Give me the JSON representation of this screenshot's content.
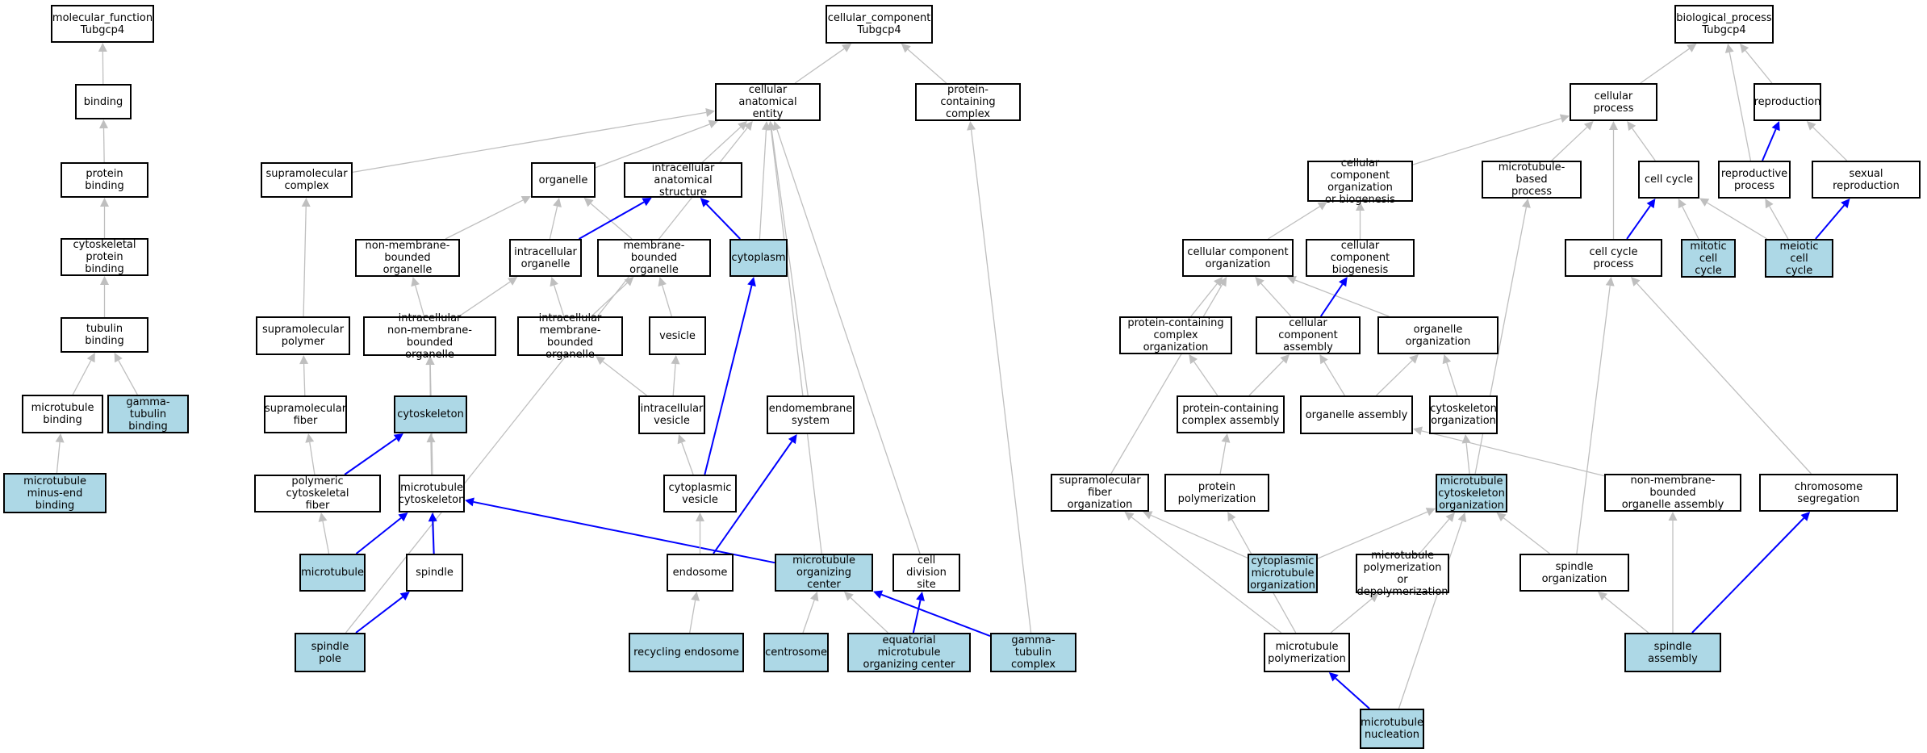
{
  "colors": {
    "highlight": "#add8e6",
    "edge_gray": "#bfbfbf",
    "edge_blue": "#0000ff",
    "border": "#000000",
    "background": "#ffffff"
  },
  "nodes": [
    {
      "id": "mf_root",
      "label": "molecular_function\nTubgcp4",
      "highlight": false
    },
    {
      "id": "binding",
      "label": "binding",
      "highlight": false
    },
    {
      "id": "protein_binding",
      "label": "protein binding",
      "highlight": false
    },
    {
      "id": "cyto_pb",
      "label": "cytoskeletal\nprotein binding",
      "highlight": false
    },
    {
      "id": "tubulin_b",
      "label": "tubulin binding",
      "highlight": false
    },
    {
      "id": "mt_binding",
      "label": "microtubule\nbinding",
      "highlight": false
    },
    {
      "id": "gt_binding",
      "label": "gamma-tubulin\nbinding",
      "highlight": true
    },
    {
      "id": "mt_minus",
      "label": "microtubule\nminus-end binding",
      "highlight": true
    },
    {
      "id": "cc_root",
      "label": "cellular_component\nTubgcp4",
      "highlight": false
    },
    {
      "id": "cae",
      "label": "cellular anatomical\nentity",
      "highlight": false
    },
    {
      "id": "pcc",
      "label": "protein-containing\ncomplex",
      "highlight": false
    },
    {
      "id": "supra_complex",
      "label": "supramolecular\ncomplex",
      "highlight": false
    },
    {
      "id": "organelle",
      "label": "organelle",
      "highlight": false
    },
    {
      "id": "ias",
      "label": "intracellular\nanatomical structure",
      "highlight": false
    },
    {
      "id": "nmbo",
      "label": "non-membrane-bounded\norganelle",
      "highlight": false
    },
    {
      "id": "io",
      "label": "intracellular\norganelle",
      "highlight": false
    },
    {
      "id": "mbo",
      "label": "membrane-bounded\norganelle",
      "highlight": false
    },
    {
      "id": "cytoplasm",
      "label": "cytoplasm",
      "highlight": true
    },
    {
      "id": "supra_polymer",
      "label": "supramolecular\npolymer",
      "highlight": false
    },
    {
      "id": "inmbo",
      "label": "intracellular\nnon-membrane-bounded\norganelle",
      "highlight": false
    },
    {
      "id": "imbo",
      "label": "intracellular\nmembrane-bounded\norganelle",
      "highlight": false
    },
    {
      "id": "vesicle",
      "label": "vesicle",
      "highlight": false
    },
    {
      "id": "supra_fiber",
      "label": "supramolecular\nfiber",
      "highlight": false
    },
    {
      "id": "cytoskeleton",
      "label": "cytoskeleton",
      "highlight": true
    },
    {
      "id": "ivesicle",
      "label": "intracellular\nvesicle",
      "highlight": false
    },
    {
      "id": "endomembrane",
      "label": "endomembrane\nsystem",
      "highlight": false
    },
    {
      "id": "pcf",
      "label": "polymeric cytoskeletal\nfiber",
      "highlight": false
    },
    {
      "id": "mt_cyto",
      "label": "microtubule\ncytoskeleton",
      "highlight": false
    },
    {
      "id": "cyto_vesicle",
      "label": "cytoplasmic\nvesicle",
      "highlight": false
    },
    {
      "id": "microtubule",
      "label": "microtubule",
      "highlight": true
    },
    {
      "id": "spindle",
      "label": "spindle",
      "highlight": false
    },
    {
      "id": "endosome",
      "label": "endosome",
      "highlight": false
    },
    {
      "id": "mtoc",
      "label": "microtubule\norganizing center",
      "highlight": true
    },
    {
      "id": "cds",
      "label": "cell division\nsite",
      "highlight": false
    },
    {
      "id": "spindle_pole",
      "label": "spindle pole",
      "highlight": true
    },
    {
      "id": "recycling_endosome",
      "label": "recycling endosome",
      "highlight": true
    },
    {
      "id": "centrosome",
      "label": "centrosome",
      "highlight": true
    },
    {
      "id": "emtoc",
      "label": "equatorial microtubule\norganizing center",
      "highlight": true
    },
    {
      "id": "gtc",
      "label": "gamma-tubulin\ncomplex",
      "highlight": true
    },
    {
      "id": "bp_root",
      "label": "biological_process\nTubgcp4",
      "highlight": false
    },
    {
      "id": "cell_process",
      "label": "cellular process",
      "highlight": false
    },
    {
      "id": "reproduction",
      "label": "reproduction",
      "highlight": false
    },
    {
      "id": "ccob",
      "label": "cellular component\norganization\nor biogenesis",
      "highlight": false
    },
    {
      "id": "mtbp",
      "label": "microtubule-based\nprocess",
      "highlight": false
    },
    {
      "id": "cell_cycle",
      "label": "cell cycle",
      "highlight": false
    },
    {
      "id": "repro_process",
      "label": "reproductive\nprocess",
      "highlight": false
    },
    {
      "id": "sexual_repro",
      "label": "sexual reproduction",
      "highlight": false
    },
    {
      "id": "cco",
      "label": "cellular component\norganization",
      "highlight": false
    },
    {
      "id": "ccb",
      "label": "cellular component\nbiogenesis",
      "highlight": false
    },
    {
      "id": "ccp",
      "label": "cell cycle process",
      "highlight": false
    },
    {
      "id": "mitotic_cc",
      "label": "mitotic cell\ncycle",
      "highlight": true
    },
    {
      "id": "meiotic_cc",
      "label": "meiotic cell\ncycle",
      "highlight": true
    },
    {
      "id": "pcco",
      "label": "protein-containing\ncomplex organization",
      "highlight": false
    },
    {
      "id": "cca",
      "label": "cellular component\nassembly",
      "highlight": false
    },
    {
      "id": "org_org",
      "label": "organelle organization",
      "highlight": false
    },
    {
      "id": "pcca",
      "label": "protein-containing\ncomplex assembly",
      "highlight": false
    },
    {
      "id": "org_assembly",
      "label": "organelle assembly",
      "highlight": false
    },
    {
      "id": "cyto_org",
      "label": "cytoskeleton\norganization",
      "highlight": false
    },
    {
      "id": "sfo",
      "label": "supramolecular\nfiber organization",
      "highlight": false
    },
    {
      "id": "prot_poly",
      "label": "protein polymerization",
      "highlight": false
    },
    {
      "id": "mtco",
      "label": "microtubule\ncytoskeleton\norganization",
      "highlight": true
    },
    {
      "id": "nmboa",
      "label": "non-membrane-bounded\norganelle assembly",
      "highlight": false
    },
    {
      "id": "chrom_seg",
      "label": "chromosome segregation",
      "highlight": false
    },
    {
      "id": "cmto",
      "label": "cytoplasmic\nmicrotubule\norganization",
      "highlight": true
    },
    {
      "id": "mtpd",
      "label": "microtubule\npolymerization\nor depolymerization",
      "highlight": false
    },
    {
      "id": "spindle_org",
      "label": "spindle organization",
      "highlight": false
    },
    {
      "id": "mt_poly",
      "label": "microtubule\npolymerization",
      "highlight": false
    },
    {
      "id": "spindle_assembly",
      "label": "spindle assembly",
      "highlight": true
    },
    {
      "id": "mt_nucleation",
      "label": "microtubule\nnucleation",
      "highlight": true
    }
  ],
  "edges": [
    {
      "from": "binding",
      "to": "mf_root",
      "color": "gray"
    },
    {
      "from": "protein_binding",
      "to": "binding",
      "color": "gray"
    },
    {
      "from": "cyto_pb",
      "to": "protein_binding",
      "color": "gray"
    },
    {
      "from": "tubulin_b",
      "to": "cyto_pb",
      "color": "gray"
    },
    {
      "from": "mt_binding",
      "to": "tubulin_b",
      "color": "gray"
    },
    {
      "from": "gt_binding",
      "to": "tubulin_b",
      "color": "gray"
    },
    {
      "from": "mt_minus",
      "to": "mt_binding",
      "color": "gray"
    },
    {
      "from": "cae",
      "to": "cc_root",
      "color": "gray"
    },
    {
      "from": "pcc",
      "to": "cc_root",
      "color": "gray"
    },
    {
      "from": "supra_complex",
      "to": "cae",
      "color": "gray"
    },
    {
      "from": "organelle",
      "to": "cae",
      "color": "gray"
    },
    {
      "from": "ias",
      "to": "cae",
      "color": "gray"
    },
    {
      "from": "cytoplasm",
      "to": "cae",
      "color": "gray"
    },
    {
      "from": "endomembrane",
      "to": "cae",
      "color": "gray"
    },
    {
      "from": "spindle_pole",
      "to": "cae",
      "color": "gray"
    },
    {
      "from": "mtoc",
      "to": "cae",
      "color": "gray"
    },
    {
      "from": "cds",
      "to": "cae",
      "color": "gray"
    },
    {
      "from": "nmbo",
      "to": "organelle",
      "color": "gray"
    },
    {
      "from": "io",
      "to": "organelle",
      "color": "gray"
    },
    {
      "from": "mbo",
      "to": "organelle",
      "color": "gray"
    },
    {
      "from": "io",
      "to": "ias",
      "color": "blue"
    },
    {
      "from": "cytoplasm",
      "to": "ias",
      "color": "blue"
    },
    {
      "from": "supra_polymer",
      "to": "supra_complex",
      "color": "gray"
    },
    {
      "from": "inmbo",
      "to": "nmbo",
      "color": "gray"
    },
    {
      "from": "inmbo",
      "to": "io",
      "color": "gray"
    },
    {
      "from": "imbo",
      "to": "io",
      "color": "gray"
    },
    {
      "from": "imbo",
      "to": "mbo",
      "color": "gray"
    },
    {
      "from": "vesicle",
      "to": "mbo",
      "color": "gray"
    },
    {
      "from": "supra_fiber",
      "to": "supra_polymer",
      "color": "gray"
    },
    {
      "from": "cytoskeleton",
      "to": "inmbo",
      "color": "gray"
    },
    {
      "from": "spindle",
      "to": "inmbo",
      "color": "gray"
    },
    {
      "from": "ivesicle",
      "to": "imbo",
      "color": "gray"
    },
    {
      "from": "ivesicle",
      "to": "vesicle",
      "color": "gray"
    },
    {
      "from": "cyto_vesicle",
      "to": "cytoplasm",
      "color": "blue"
    },
    {
      "from": "pcf",
      "to": "supra_fiber",
      "color": "gray"
    },
    {
      "from": "pcf",
      "to": "cytoskeleton",
      "color": "blue"
    },
    {
      "from": "mt_cyto",
      "to": "cytoskeleton",
      "color": "gray"
    },
    {
      "from": "cyto_vesicle",
      "to": "ivesicle",
      "color": "gray"
    },
    {
      "from": "endosome",
      "to": "endomembrane",
      "color": "blue"
    },
    {
      "from": "microtubule",
      "to": "pcf",
      "color": "gray"
    },
    {
      "from": "microtubule",
      "to": "mt_cyto",
      "color": "blue"
    },
    {
      "from": "spindle",
      "to": "mt_cyto",
      "color": "blue"
    },
    {
      "from": "mtoc",
      "to": "mt_cyto",
      "color": "blue"
    },
    {
      "from": "endosome",
      "to": "cyto_vesicle",
      "color": "gray"
    },
    {
      "from": "spindle_pole",
      "to": "spindle",
      "color": "blue"
    },
    {
      "from": "recycling_endosome",
      "to": "endosome",
      "color": "gray"
    },
    {
      "from": "centrosome",
      "to": "mtoc",
      "color": "gray"
    },
    {
      "from": "emtoc",
      "to": "mtoc",
      "color": "gray"
    },
    {
      "from": "gtc",
      "to": "mtoc",
      "color": "blue"
    },
    {
      "from": "emtoc",
      "to": "cds",
      "color": "blue"
    },
    {
      "from": "gtc",
      "to": "pcc",
      "color": "gray"
    },
    {
      "from": "cell_process",
      "to": "bp_root",
      "color": "gray"
    },
    {
      "from": "reproduction",
      "to": "bp_root",
      "color": "gray"
    },
    {
      "from": "repro_process",
      "to": "bp_root",
      "color": "gray"
    },
    {
      "from": "ccob",
      "to": "cell_process",
      "color": "gray"
    },
    {
      "from": "mtbp",
      "to": "cell_process",
      "color": "gray"
    },
    {
      "from": "cell_cycle",
      "to": "cell_process",
      "color": "gray"
    },
    {
      "from": "ccp",
      "to": "cell_process",
      "color": "gray"
    },
    {
      "from": "repro_process",
      "to": "reproduction",
      "color": "blue"
    },
    {
      "from": "sexual_repro",
      "to": "reproduction",
      "color": "gray"
    },
    {
      "from": "cco",
      "to": "ccob",
      "color": "gray"
    },
    {
      "from": "ccb",
      "to": "ccob",
      "color": "gray"
    },
    {
      "from": "ccp",
      "to": "cell_cycle",
      "color": "blue"
    },
    {
      "from": "mitotic_cc",
      "to": "cell_cycle",
      "color": "gray"
    },
    {
      "from": "meiotic_cc",
      "to": "cell_cycle",
      "color": "gray"
    },
    {
      "from": "meiotic_cc",
      "to": "repro_process",
      "color": "gray"
    },
    {
      "from": "meiotic_cc",
      "to": "sexual_repro",
      "color": "blue"
    },
    {
      "from": "pcco",
      "to": "cco",
      "color": "gray"
    },
    {
      "from": "cca",
      "to": "cco",
      "color": "gray"
    },
    {
      "from": "org_org",
      "to": "cco",
      "color": "gray"
    },
    {
      "from": "sfo",
      "to": "cco",
      "color": "gray"
    },
    {
      "from": "cca",
      "to": "ccb",
      "color": "blue"
    },
    {
      "from": "pcca",
      "to": "pcco",
      "color": "gray"
    },
    {
      "from": "pcca",
      "to": "cca",
      "color": "gray"
    },
    {
      "from": "org_assembly",
      "to": "cca",
      "color": "gray"
    },
    {
      "from": "org_assembly",
      "to": "org_org",
      "color": "gray"
    },
    {
      "from": "cyto_org",
      "to": "org_org",
      "color": "gray"
    },
    {
      "from": "prot_poly",
      "to": "pcca",
      "color": "gray"
    },
    {
      "from": "nmboa",
      "to": "org_assembly",
      "color": "gray"
    },
    {
      "from": "mtco",
      "to": "cyto_org",
      "color": "gray"
    },
    {
      "from": "mtco",
      "to": "mtbp",
      "color": "gray"
    },
    {
      "from": "cmto",
      "to": "sfo",
      "color": "gray"
    },
    {
      "from": "cmto",
      "to": "mtco",
      "color": "gray"
    },
    {
      "from": "mtpd",
      "to": "mtco",
      "color": "gray"
    },
    {
      "from": "spindle_org",
      "to": "mtco",
      "color": "gray"
    },
    {
      "from": "spindle_org",
      "to": "ccp",
      "color": "gray"
    },
    {
      "from": "chrom_seg",
      "to": "ccp",
      "color": "gray"
    },
    {
      "from": "mt_poly",
      "to": "sfo",
      "color": "gray"
    },
    {
      "from": "mt_poly",
      "to": "prot_poly",
      "color": "gray"
    },
    {
      "from": "mt_poly",
      "to": "mtpd",
      "color": "gray"
    },
    {
      "from": "spindle_assembly",
      "to": "spindle_org",
      "color": "gray"
    },
    {
      "from": "spindle_assembly",
      "to": "nmboa",
      "color": "gray"
    },
    {
      "from": "spindle_assembly",
      "to": "chrom_seg",
      "color": "blue"
    },
    {
      "from": "mt_nucleation",
      "to": "mt_poly",
      "color": "blue"
    },
    {
      "from": "mt_nucleation",
      "to": "mtco",
      "color": "gray"
    }
  ]
}
